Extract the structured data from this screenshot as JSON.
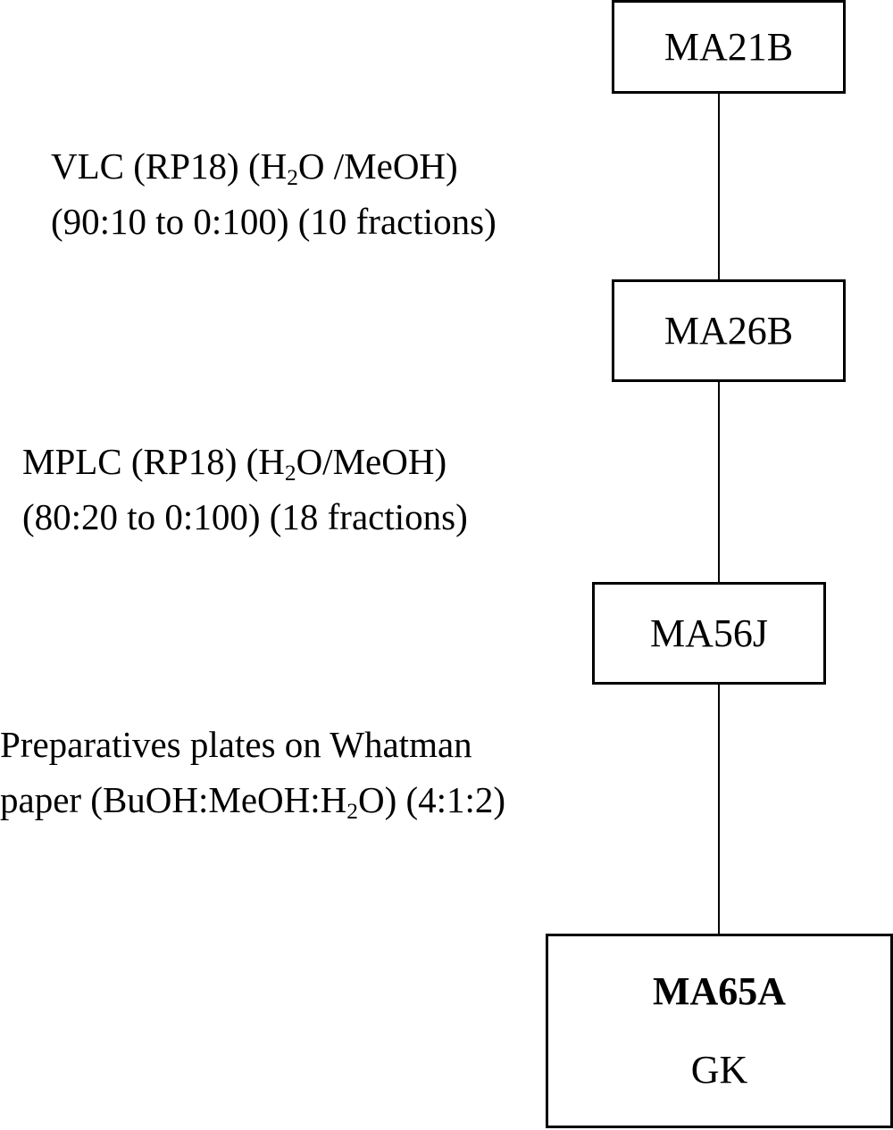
{
  "nodes": [
    {
      "id": "ma21b",
      "label": "MA21B"
    },
    {
      "id": "ma26b",
      "label": "MA26B"
    },
    {
      "id": "ma56j",
      "label": "MA56J"
    },
    {
      "id": "ma65a",
      "label": "MA65A",
      "sublabel": "GK"
    }
  ],
  "steps": [
    {
      "line1": {
        "before": "VLC (RP18) (H",
        "sub": "2",
        "after": "O /MeOH)"
      },
      "line2": "(90:10 to 0:100) (10 fractions)"
    },
    {
      "line1": {
        "before": "MPLC (RP18) (H",
        "sub": "2",
        "after": "O/MeOH)"
      },
      "line2": "(80:20 to 0:100) (18 fractions)"
    },
    {
      "line1": "Preparatives plates on Whatman",
      "line2": {
        "before": "paper (BuOH:MeOH:H",
        "sub": "2",
        "after": "O) (4:1:2)"
      }
    }
  ]
}
